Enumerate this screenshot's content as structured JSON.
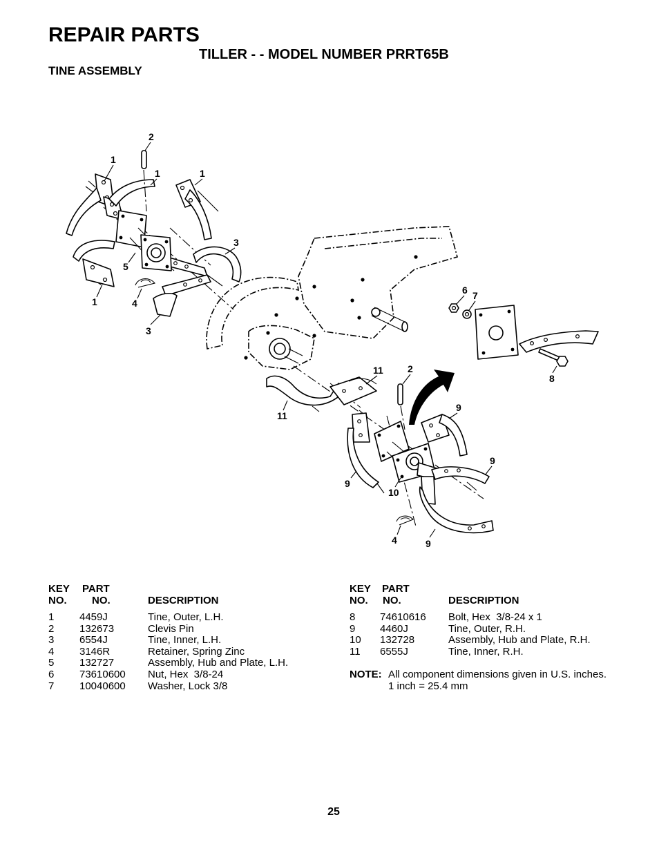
{
  "page": {
    "title": "REPAIR PARTS",
    "subtitle": "TILLER - - MODEL NUMBER PRRT65B",
    "section": "TINE ASSEMBLY",
    "page_number": "25"
  },
  "diagram": {
    "callouts": [
      "2",
      "1",
      "1",
      "1",
      "3",
      "5",
      "1",
      "4",
      "3",
      "6",
      "7",
      "8",
      "11",
      "2",
      "11",
      "9",
      "9",
      "9",
      "10",
      "4",
      "9"
    ]
  },
  "parts_table": {
    "headers": {
      "key_line1": "KEY",
      "key_line2": "NO.",
      "part_line1": "PART",
      "part_line2": "NO.",
      "description": "DESCRIPTION"
    },
    "left_rows": [
      {
        "key": "1",
        "part_no": "4459J",
        "description": "Tine, Outer, L.H."
      },
      {
        "key": "2",
        "part_no": "132673",
        "description": "Clevis Pin"
      },
      {
        "key": "3",
        "part_no": "6554J",
        "description": "Tine, Inner, L.H."
      },
      {
        "key": "4",
        "part_no": "3146R",
        "description": "Retainer, Spring Zinc"
      },
      {
        "key": "5",
        "part_no": "132727",
        "description": "Assembly, Hub and Plate, L.H."
      },
      {
        "key": "6",
        "part_no": "73610600",
        "description": "Nut, Hex  3/8-24"
      },
      {
        "key": "7",
        "part_no": "10040600",
        "description": "Washer, Lock 3/8"
      }
    ],
    "right_rows": [
      {
        "key": "8",
        "part_no": "74610616",
        "description": "Bolt, Hex  3/8-24 x 1"
      },
      {
        "key": "9",
        "part_no": "4460J",
        "description": "Tine, Outer, R.H."
      },
      {
        "key": "10",
        "part_no": "132728",
        "description": "Assembly, Hub and Plate, R.H."
      },
      {
        "key": "11",
        "part_no": "6555J",
        "description": "Tine, Inner, R.H."
      }
    ]
  },
  "note": {
    "label": "NOTE:",
    "lines": [
      "All component dimensions given in U.S. inches.",
      "1 inch = 25.4 mm"
    ]
  }
}
